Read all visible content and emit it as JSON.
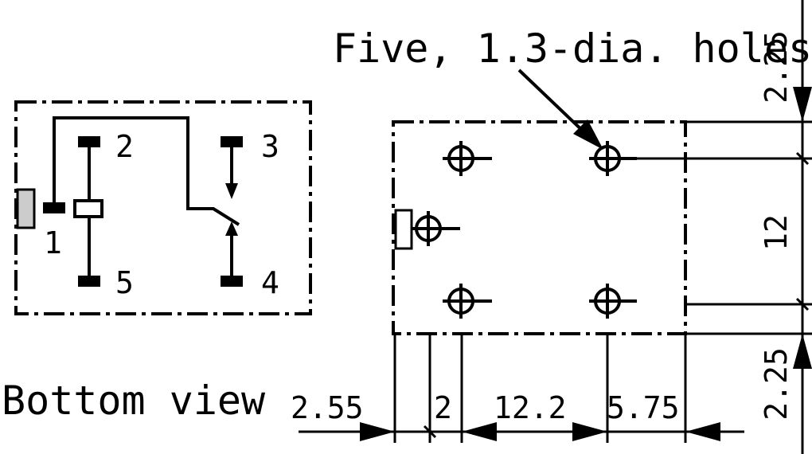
{
  "callout": {
    "text": "Five, 1.3-dia. holes"
  },
  "schematic": {
    "pins": [
      {
        "label": "1"
      },
      {
        "label": "2"
      },
      {
        "label": "3"
      },
      {
        "label": "4"
      },
      {
        "label": "5"
      }
    ]
  },
  "caption": {
    "text": "Bottom view"
  },
  "dimensions": {
    "horizontal": [
      "2.55",
      "2",
      "12.2",
      "5.75"
    ],
    "vertical": [
      "2.25",
      "12",
      "2.25"
    ]
  }
}
